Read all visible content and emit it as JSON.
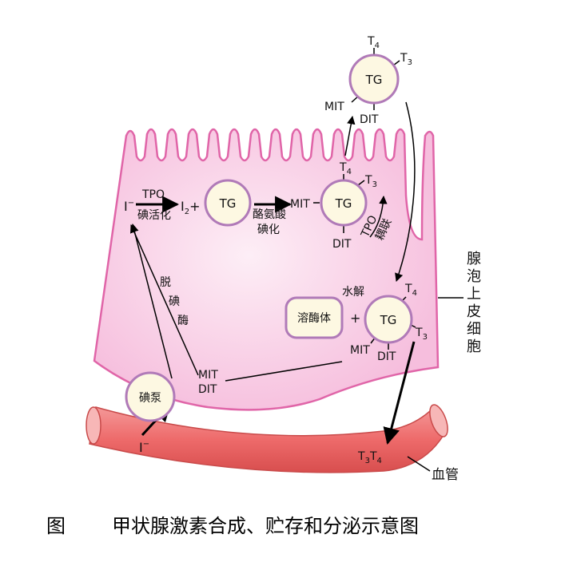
{
  "caption": {
    "prefix": "图",
    "title": "甲状腺激素合成、贮存和分泌示意图"
  },
  "labels": {
    "tg": "TG",
    "tpo": "TPO",
    "iodide": "I",
    "iodide_sup": "−",
    "i2_base": "I",
    "i2_sub": "2",
    "plus": "+",
    "iodine_activation": "碘活化",
    "tyrosine_iodination_1": "酪氨酸",
    "tyrosine_iodination_2": "碘化",
    "coupling": "耦联",
    "mit": "MIT",
    "dit": "DIT",
    "t": "T",
    "sub3": "3",
    "sub4": "4",
    "deiodinase": [
      "脱",
      "碘",
      "酶"
    ],
    "iodine_pump": "碘泵",
    "hydrolysis": "水解",
    "lysosome": "溶酶体",
    "follicular_cell": [
      "腺",
      "泡",
      "上",
      "皮",
      "细",
      "胞"
    ],
    "blood_vessel": "血管"
  },
  "colors": {
    "cell_fill": "#f9cde5",
    "cell_stroke": "#e065a8",
    "circle_fill": "#fdf8e2",
    "circle_stroke": "#b07ab8",
    "vessel_fill": "#ef6f6f",
    "vessel_end": "#f7b7b7"
  }
}
